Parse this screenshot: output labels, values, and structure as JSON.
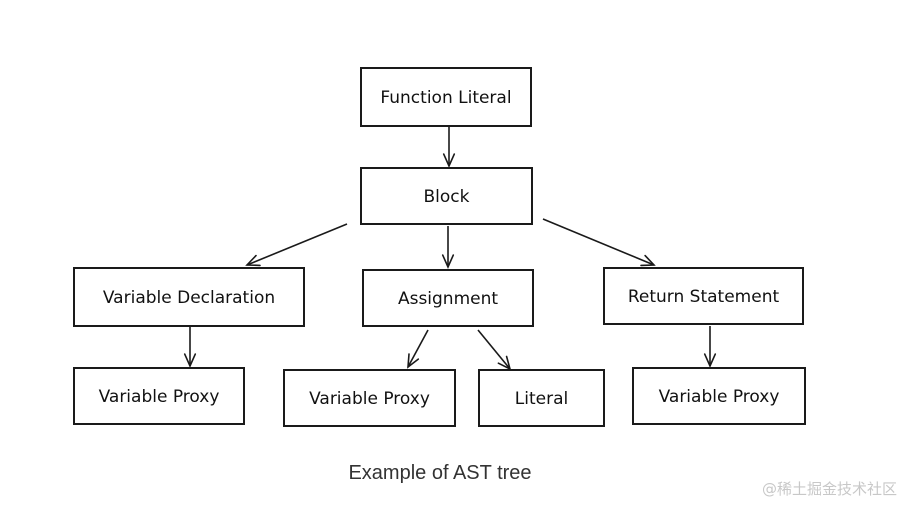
{
  "diagram": {
    "nodes": [
      {
        "id": "function_literal",
        "label": "Function Literal"
      },
      {
        "id": "block",
        "label": "Block"
      },
      {
        "id": "variable_declaration",
        "label": "Variable Declaration"
      },
      {
        "id": "assignment",
        "label": "Assignment"
      },
      {
        "id": "return_statement",
        "label": "Return Statement"
      },
      {
        "id": "variable_proxy_1",
        "label": "Variable Proxy"
      },
      {
        "id": "variable_proxy_2",
        "label": "Variable Proxy"
      },
      {
        "id": "literal",
        "label": "Literal"
      },
      {
        "id": "variable_proxy_3",
        "label": "Variable Proxy"
      }
    ],
    "edges": [
      {
        "from": "function_literal",
        "to": "block"
      },
      {
        "from": "block",
        "to": "variable_declaration"
      },
      {
        "from": "block",
        "to": "assignment"
      },
      {
        "from": "block",
        "to": "return_statement"
      },
      {
        "from": "variable_declaration",
        "to": "variable_proxy_1"
      },
      {
        "from": "assignment",
        "to": "variable_proxy_2"
      },
      {
        "from": "assignment",
        "to": "literal"
      },
      {
        "from": "return_statement",
        "to": "variable_proxy_3"
      }
    ]
  },
  "caption": "Example of AST tree",
  "watermark": "@稀土掘金技术社区"
}
